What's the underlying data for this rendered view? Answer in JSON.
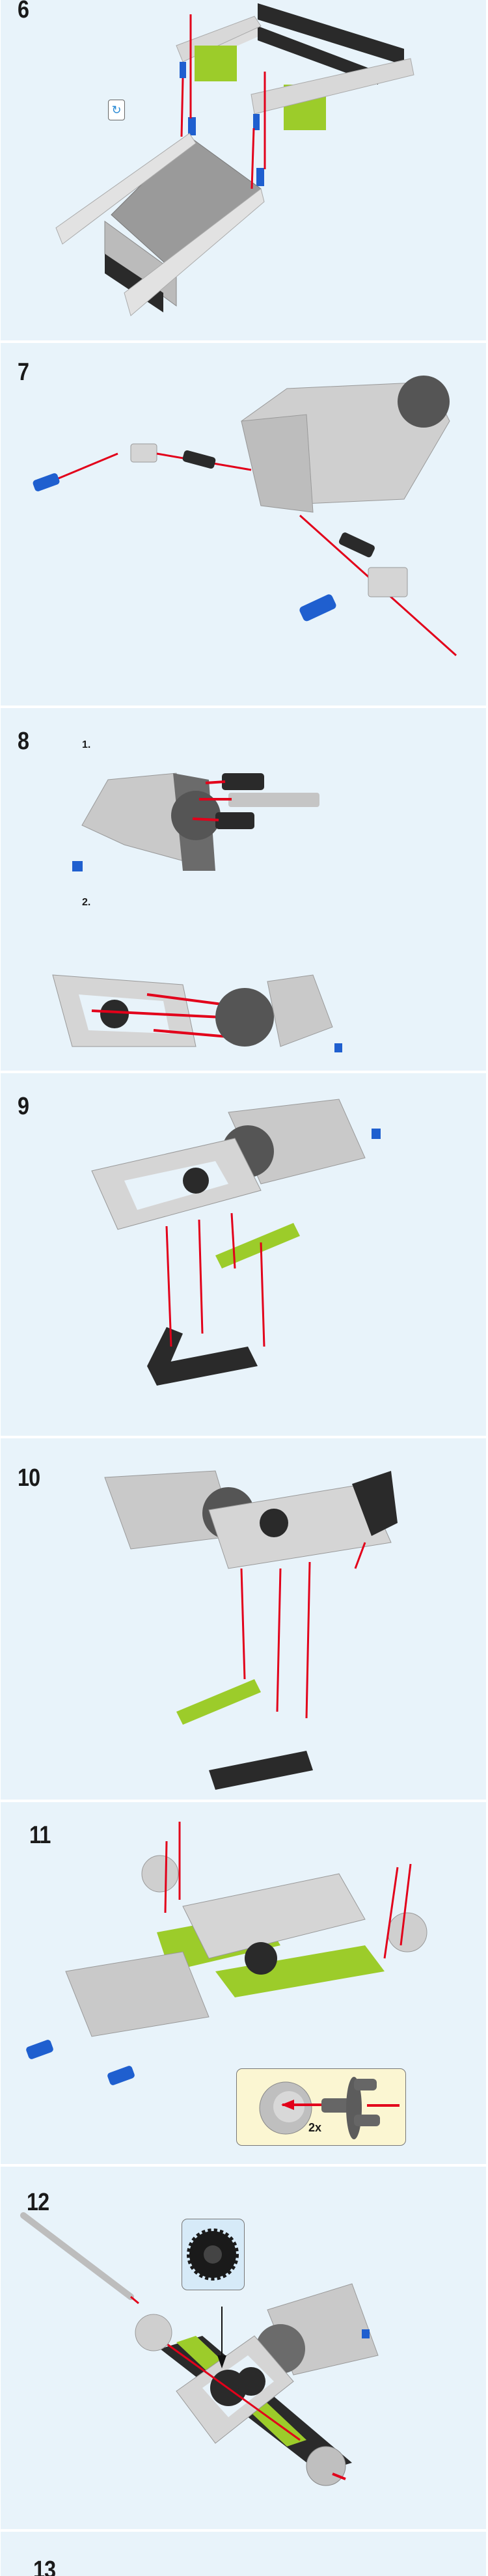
{
  "steps": [
    {
      "number": "6",
      "icon": "rotate-model-icon"
    },
    {
      "number": "7"
    },
    {
      "number": "8",
      "substeps": [
        "1.",
        "2."
      ]
    },
    {
      "number": "9"
    },
    {
      "number": "10"
    },
    {
      "number": "11",
      "callout": {
        "multiplier": "2x"
      }
    },
    {
      "number": "12",
      "callout": {
        "part": "gear-icon"
      }
    },
    {
      "number": "13"
    }
  ],
  "colors": {
    "background": "#e8f3fa",
    "arrow": "#e2001a",
    "light_gray": "#d3d3d3",
    "dark_gray": "#6b6b6b",
    "black": "#2a2a2a",
    "lime": "#9ccc2a",
    "blue": "#1f5fcf",
    "callout_yellow": "#fbf6d2",
    "callout_blue": "#d6eaf8"
  }
}
